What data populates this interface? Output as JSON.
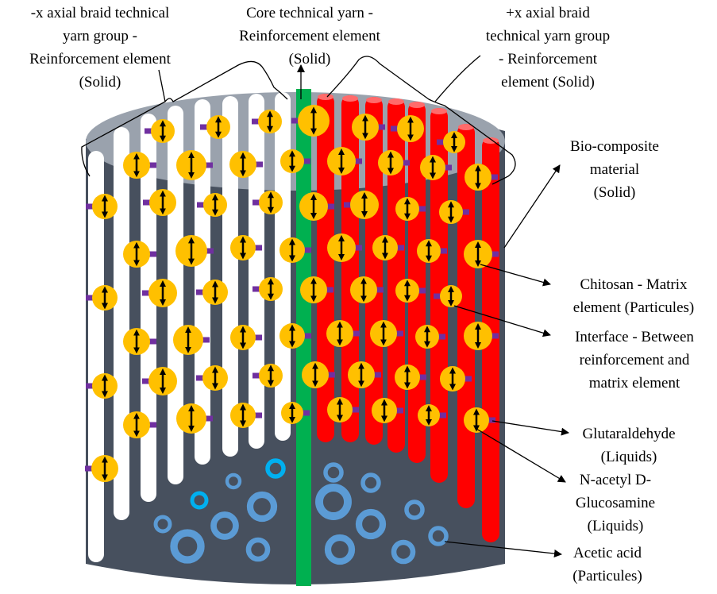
{
  "labels": {
    "neg_axial": [
      "-x axial braid technical",
      "yarn group -",
      "Reinforcement element",
      "(Solid)"
    ],
    "core": [
      "Core technical yarn -",
      "Reinforcement element",
      "(Solid)"
    ],
    "pos_axial": [
      "+x axial braid",
      "technical yarn group",
      "- Reinforcement",
      "element (Solid)"
    ],
    "biocomposite": [
      "Bio-composite",
      "material",
      "(Solid)"
    ],
    "chitosan": [
      "Chitosan - Matrix",
      "element (Particules)"
    ],
    "interface": [
      "Interface - Between",
      "reinforcement and",
      "matrix element"
    ],
    "glutaraldehyde": [
      "Glutaraldehyde",
      "(Liquids)"
    ],
    "nacetyl": [
      "N-acetyl D-",
      "Glucosamine",
      "(Liquids)"
    ],
    "acetic": [
      "Acetic acid",
      "(Particules)"
    ]
  },
  "colors": {
    "cylinder_body": "#47505e",
    "cylinder_top": "#9aa2ad",
    "white_yarn": "#ffffff",
    "core_yarn": "#00b050",
    "red_yarn": "#ff0000",
    "chitosan": "#ffc000",
    "glutaraldehyde_bar": "#7030a0",
    "bubble": "#5b9bd5",
    "bubble_bright": "#00b0f0"
  }
}
